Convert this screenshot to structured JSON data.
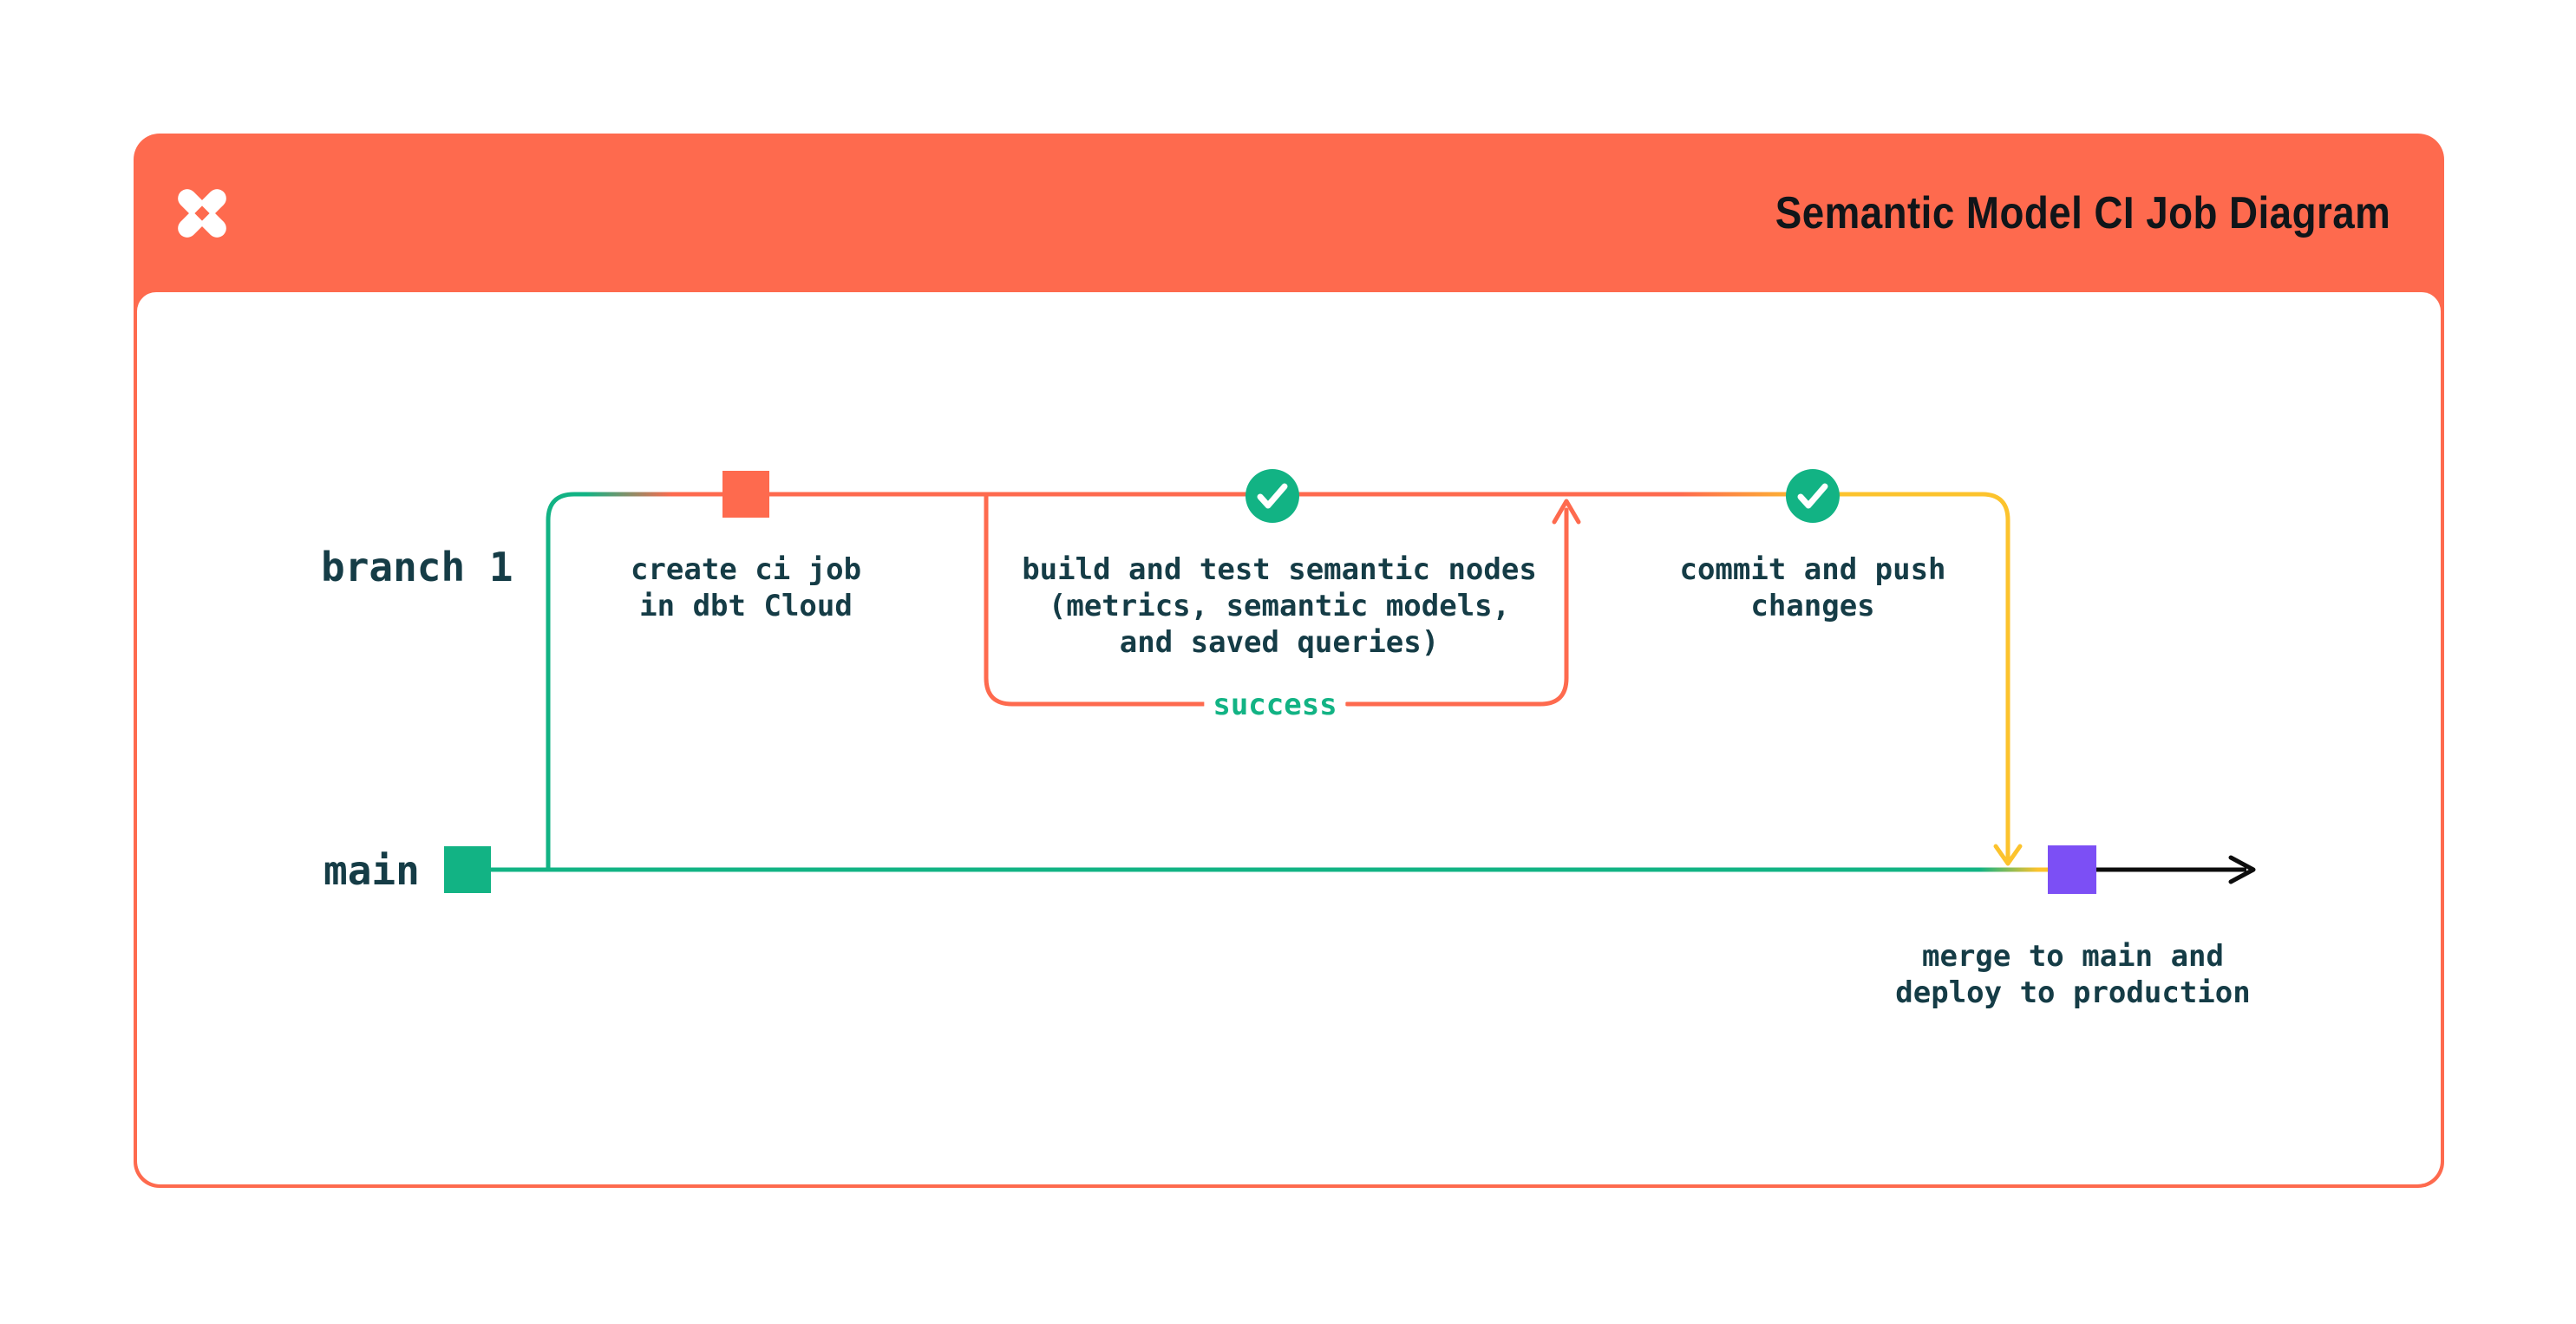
{
  "header": {
    "title": "Semantic Model CI Job Diagram",
    "logo": "dbt-logo"
  },
  "branches": {
    "branch1_label": "branch 1",
    "main_label": "main"
  },
  "nodes": {
    "create_ci": {
      "text": "create ci job\nin dbt Cloud",
      "marker": "orange-commit-square"
    },
    "build_test": {
      "text": "build and test semantic nodes\n(metrics, semantic models,\nand saved queries)",
      "marker": "green-check-circle"
    },
    "commit_push": {
      "text": "commit and push\nchanges",
      "marker": "green-check-circle"
    },
    "merge_deploy": {
      "text": "merge to main and\ndeploy to production",
      "marker": "purple-commit-square"
    },
    "success_label": "success"
  },
  "colors": {
    "orange": "#fe6a4e",
    "green": "#12b384",
    "yellow": "#fcc32d",
    "purple": "#7c4ff5",
    "ink": "#153c46",
    "title_ink": "#101519",
    "arrow_black": "#0d0d0d"
  }
}
